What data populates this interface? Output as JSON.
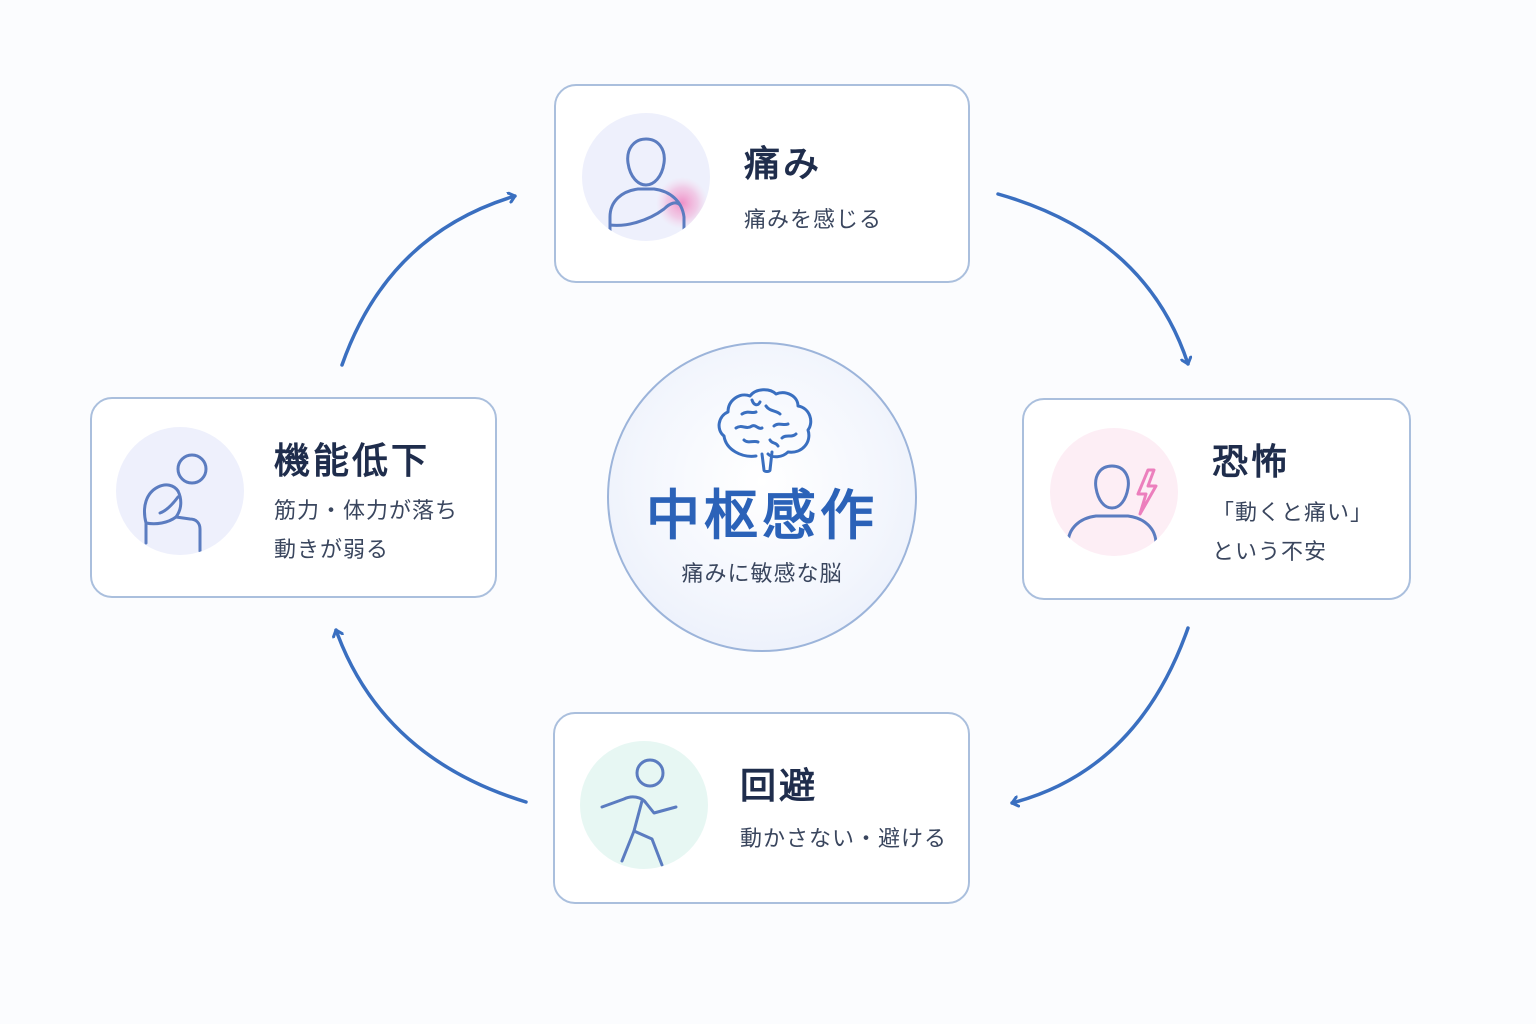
{
  "center": {
    "title": "中枢感作",
    "subtitle": "痛みに敏感な脳"
  },
  "cards": {
    "pain": {
      "title": "痛み",
      "desc": [
        "痛みを感じる"
      ],
      "icon": "person-pain-shoulder-icon"
    },
    "fear": {
      "title": "恐怖",
      "desc": [
        "「動くと痛い」",
        "という不安"
      ],
      "icon": "person-lightning-icon"
    },
    "avoidance": {
      "title": "回避",
      "desc": [
        "動かさない・避ける"
      ],
      "icon": "running-person-icon"
    },
    "decline": {
      "title": "機能低下",
      "desc": [
        "筋力・体力が落ち",
        "動きが弱る"
      ],
      "icon": "sitting-person-icon"
    }
  },
  "colors": {
    "accent": "#2b62b8",
    "arrow": "#3a6fc0",
    "card_border": "#aabfdd",
    "pain_highlight": "#f08bc4",
    "fear_bolt": "#ec7fbd",
    "icon_bg_lavender": "#eef0fc",
    "icon_bg_pink": "#fdeef5",
    "icon_bg_mint": "#e7f7f3"
  }
}
